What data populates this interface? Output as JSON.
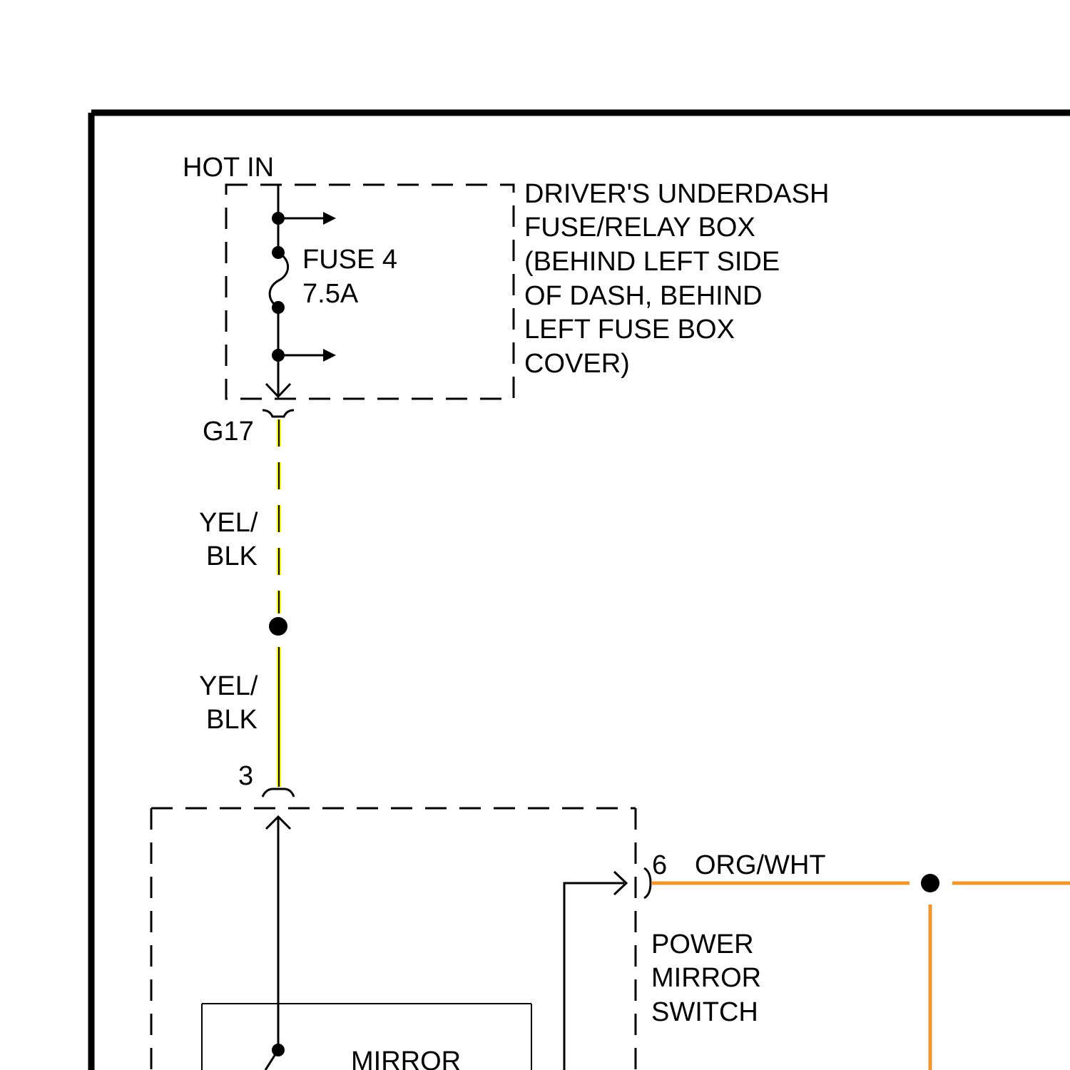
{
  "colors": {
    "line": "#000000",
    "wire_yel_blk": "#f2f200",
    "wire_org_wht": "#f0962d",
    "background": "#ffffff"
  },
  "hot_in_label": "HOT IN",
  "fuse_box": {
    "label_lines": [
      "DRIVER'S UNDERDASH",
      "FUSE/RELAY BOX",
      "(BEHIND LEFT SIDE",
      "OF DASH, BEHIND",
      "LEFT FUSE BOX",
      "COVER)"
    ],
    "fuse_name": "FUSE 4",
    "fuse_rating": "7.5A",
    "connector": "G17"
  },
  "wire_upper": {
    "color_line1": "YEL/",
    "color_line2": "BLK"
  },
  "wire_lower": {
    "color_line1": "YEL/",
    "color_line2": "BLK"
  },
  "switch_pin_in": "3",
  "switch_pin_out": "6",
  "wire_out_color": "ORG/WHT",
  "switch_label_lines": [
    "POWER",
    "MIRROR",
    "SWITCH"
  ],
  "inner_box_label": "MIRROR",
  "icons": {
    "splice": "splice-dot-icon",
    "arrow": "arrow-right-icon",
    "fuse": "fuse-symbol-icon",
    "connector": "connector-symbol-icon"
  }
}
